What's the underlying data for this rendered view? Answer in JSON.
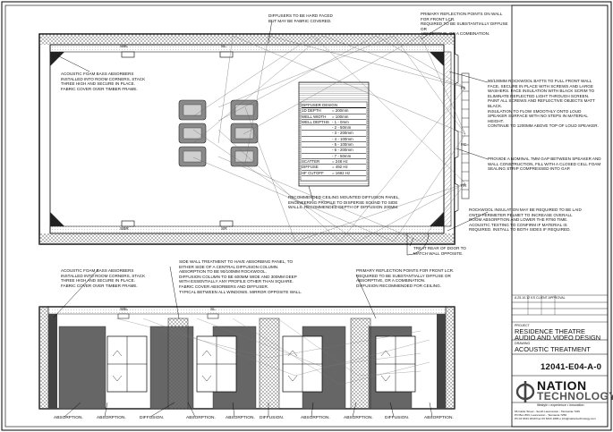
{
  "notes": {
    "diffusers_hard": "DIFFUSERS TO BE HARD FACED\nBUT MAY BE FABRIC COVERED.",
    "primary_wall": "PRIMARY REFLECTION POINTS ON WALL FOR FRONT LCR.\nREQUIRED TO BE SUBSTANTIALLY DIFFUSE OR\nABSORPTIVE, OR A COMBINATION.",
    "bass_top": "ACOUSTIC FOAM BASS ABSORBERS\nINSTALLED INTO ROOM CORNERS, STACK\nTHREE HIGH AND SECURE IN PLACE.\nFABRIC COVER OVER TIMBER FRAME.",
    "rockwool_batts": "90/100mm ROCKWOOL BATTS TO FULL FRONT WALL\nFACE, SECURE IN PLACE WITH SCREWS AND LARGE\nWASHERS. FACE INSULATION WITH BLACK SCRIM TO\nELIMINATE REFLECTED LIGHT THROUGH SCREEN.\nPAINT ALL SCREWS AND REFLECTIVE OBJECTS MATT\nBLACK.\nINSULATION TO FLOW SMOOTHLY ONTO LOUD\nSPEAKER SURFACE WITH NO STEPS IN MATERIAL\nHEIGHT.\nCONTINUE TO 1200mm ABOVE TOP OF LOUD SPEAKER.",
    "gap": "PROVIDE A NOMINAL 7mm GAP BETWEEN SPEAKER AND\nWALL CONSTRUCTION, FILL WITH A CLOSED CELL FOAM\nSEALING STRIP COMPRESSED INTO GAP.",
    "ceiling_diffusion": "RECOMMENDED CEILING MOUNTED DIFFUSION PANEL,\nENGINEERING PROFILE TO DISPERSE SOUND TO SIDE\nWALLS. RECOMMENDED DEPTH OF DIFFUSION 200mm.",
    "rockwool_insulation": "ROCKWOOL INSULATION MAY BE REQUIRED TO BE LAID\nONTO PERIMETER PELMET TO INCREASE OVERALL\nROOM ABSORPTION AND LOWER THE RT60 TIME.\nACOUSTIC TESTING TO CONFIRM IF MATERIAL IS\nREQUIRED. INSTALL TO BOTH SIDES IF REQUIRED.",
    "treat_door": "TREAT REAR OF DOOR TO\nMATCH WALL OPPOSITE.",
    "side_wall": "SIDE WALL TREATMENT TO HAVE ABSORBING PANEL, TO\nEITHER SIDE OF A CENTRAL DIFFUSION COLUMN.\nABSORPTION TO BE 90/100mm ROCKWOOL.\nDIFFUSION COLUMN TO BE 600mm WIDE AND 300mm DEEP\nWITH ESSENTIALLY ANY PROFILE OTHER THAN SQUARE.\nFABRIC COVER ABSORBERS AND DIFFUSER.\nTYPICAL BETWEEN ALL WINDOWS. MIRROR OPPOSITE WALL.",
    "bass_bottom": "ACOUSTIC FOAM BASS ABSORBERS\nINSTALLED INTO ROOM CORNERS, STACK\nTHREE HIGH AND SECURE IN PLACE.\nFABRIC COVER OVER TIMBER FRAME.",
    "primary_ceiling": "PRIMARY REFLECTION POINTS FOR FRONT LCR.\nREQUIRED TO BE SUBSTANTIALLY DIFFUSE OR\nABSORPTIVE, OR A COMBINATION.\nDIFFUSION RECOMMENDED FOR CEILING."
  },
  "diffuser_table": {
    "title": "DIFFUSER DESIGN",
    "rows": [
      [
        "1D DEPTH",
        "= 200mm"
      ],
      [
        "WELL WIDTH",
        "= 100mm"
      ],
      [
        "WELL DEPTHS",
        "- 1 - 0mm"
      ],
      [
        "",
        "- 2 - 50mm"
      ],
      [
        "",
        "- 3 - 200mm"
      ],
      [
        "",
        "- 4 - 100mm"
      ],
      [
        "",
        "- 5 - 100mm"
      ],
      [
        "",
        "- 6 - 200mm"
      ],
      [
        "",
        "- 7 - 50mm"
      ],
      [
        "SCATTER",
        "= 248 Hz"
      ],
      [
        "DIFFUSE",
        "= 492 Hz"
      ],
      [
        "HF CUTOFF",
        "= 1692 Hz"
      ]
    ]
  },
  "speakers": {
    "fl": "FL",
    "fc": "FC",
    "fr": "FR",
    "sbl": "SBL",
    "sl": "SL",
    "sbr": "SBR",
    "sr": "SR"
  },
  "elevation": {
    "sbl": "SBL",
    "sl": "SL",
    "labels": [
      "ABSORPTION.",
      "ABSORPTION.",
      "DIFFUSION.",
      "ABSORPTION.",
      "ABSORPTION.",
      "DIFFUSION.",
      "ABSORPTION.",
      "ABSORPTION.",
      "DIFFUSION.",
      "ABSORPTION."
    ]
  },
  "title_block": {
    "rev_row": "A    25.10.12    KS    CLIENT APPROVAL",
    "project_label": "Project",
    "project_line1": "RESIDENCE THEATRE",
    "project_line2": "AUDIO AND VIDEO DESIGN",
    "drawing_label": "Drawing",
    "drawing_title": "ACOUSTIC TREATMENT",
    "drawing_number": "12041-E04-A-0",
    "logo_top": "NATION",
    "logo_bottom": "TECHNOLOGY",
    "tagline": "lifestyle • experience • innovation",
    "address": "66 Cattle Street - South Launceston - Tasmania 7249\nPO Box 863, Launceston - Tasmania 7250\nPh 03 6343 1840  Fax 03 6343 1896  e info@nationtechnology.com"
  }
}
